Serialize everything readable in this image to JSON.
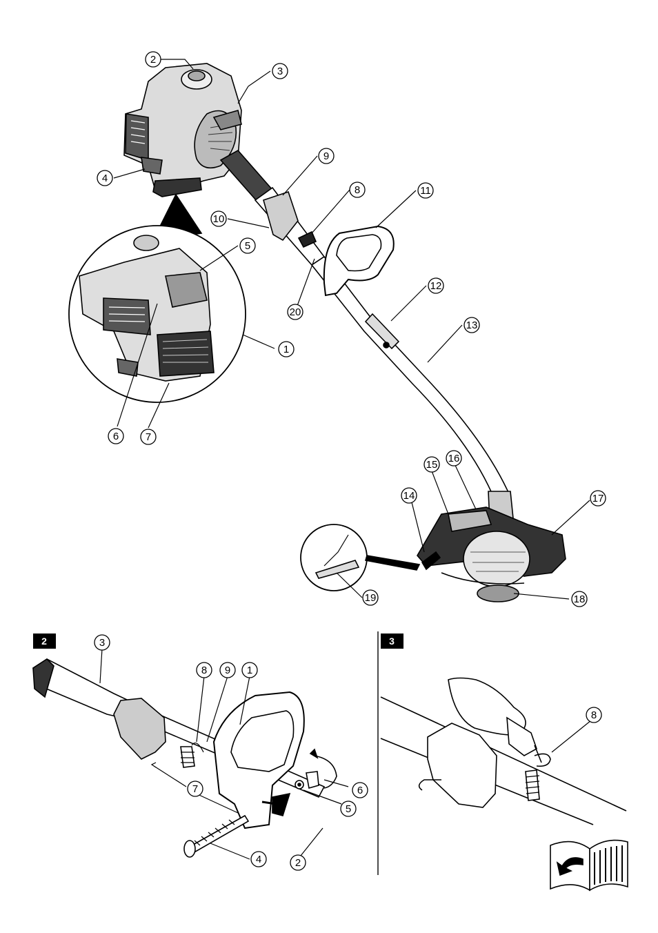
{
  "figure1": {
    "callouts": [
      "1",
      "2",
      "3",
      "4",
      "5",
      "6",
      "7",
      "8",
      "9",
      "10",
      "11",
      "12",
      "13",
      "14",
      "15",
      "16",
      "17",
      "18",
      "19",
      "20"
    ]
  },
  "figure2": {
    "panel_label": "2",
    "callouts": [
      "1",
      "2",
      "3",
      "4",
      "5",
      "6",
      "7",
      "8",
      "9"
    ]
  },
  "figure3": {
    "panel_label": "3",
    "callouts": [
      "8"
    ]
  },
  "icons": [
    "read-manual-icon"
  ]
}
